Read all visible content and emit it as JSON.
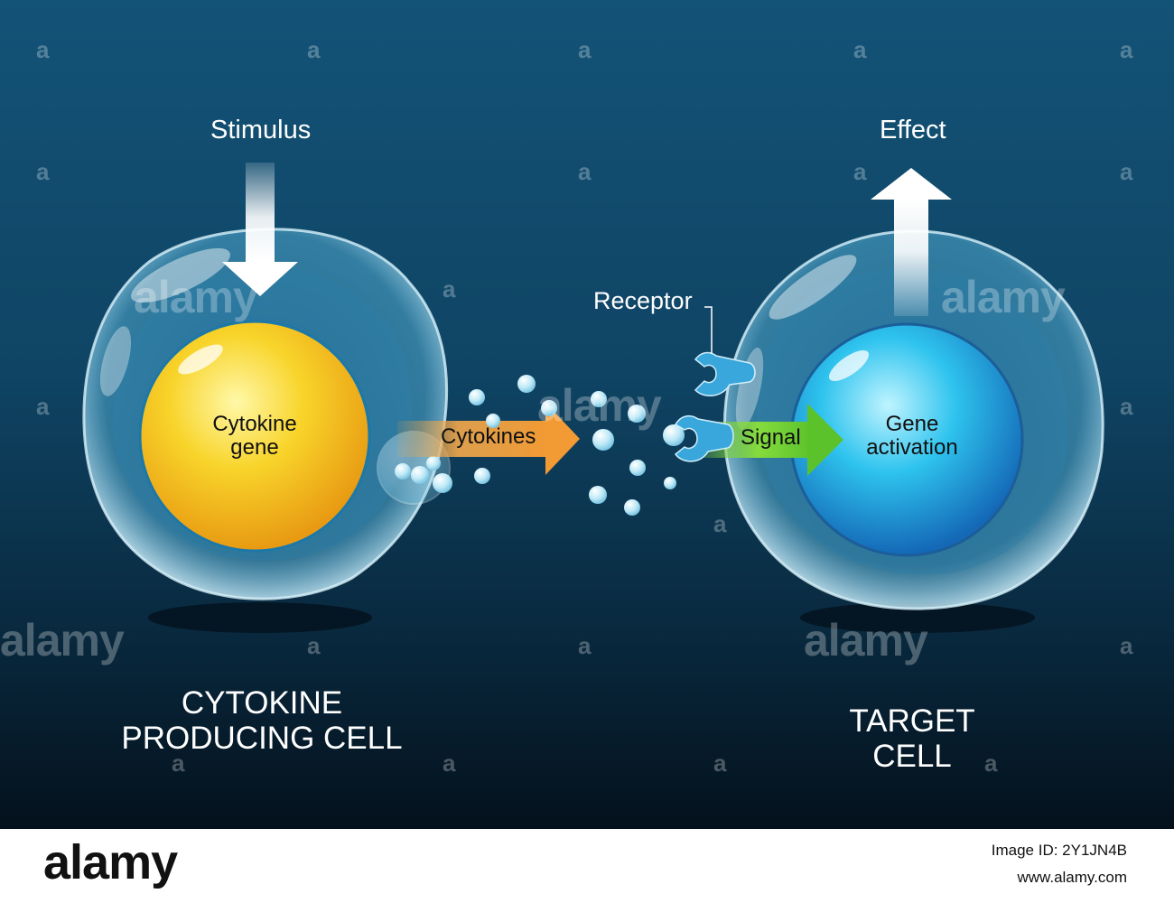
{
  "labels": {
    "stimulus": "Stimulus",
    "effect": "Effect",
    "receptor": "Receptor",
    "cytokine_gene": "Cytokine\ngene",
    "cytokines": "Cytokines",
    "signal": "Signal",
    "gene_activation": "Gene\nactivation",
    "producing_cell": "CYTOKINE\nPRODUCING CELL",
    "target_cell": "TARGET\nCELL"
  },
  "watermark": {
    "letter": "a",
    "word": "alamy"
  },
  "footer": {
    "brand": "alamy",
    "image_id": "Image ID: 2Y1JN4B",
    "site": "www.alamy.com"
  },
  "colors": {
    "background_top": "#135377",
    "background_bottom": "#04111c",
    "nucleus_yellow": "#f2c21a",
    "nucleus_blue": "#1ea4dc",
    "cytokines_arrow": "#f2a444",
    "signal_arrow": "#7ed23a"
  }
}
